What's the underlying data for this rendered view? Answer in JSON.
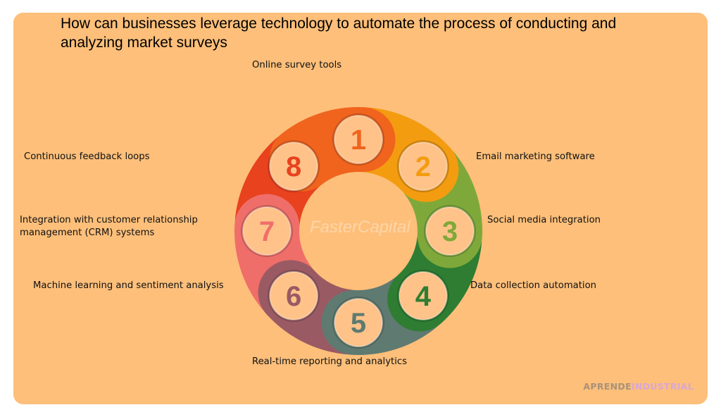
{
  "title": "How can businesses leverage technology to automate the process of conducting and analyzing market surveys",
  "steps": [
    {
      "number": "1",
      "label": "Online survey tools",
      "color": "#f0641e"
    },
    {
      "number": "2",
      "label": "Email marketing software",
      "color": "#f49c10"
    },
    {
      "number": "3",
      "label": "Social media integration",
      "color": "#7fa83a"
    },
    {
      "number": "4",
      "label": "Data collection automation",
      "color": "#2e7d32"
    },
    {
      "number": "5",
      "label": "Real-time reporting and analytics",
      "color": "#5f7a70"
    },
    {
      "number": "6",
      "label": "Machine learning and sentiment analysis",
      "color": "#9a5a63"
    },
    {
      "number": "7",
      "label": "Integration with customer relationship management (CRM) systems",
      "color": "#ef6e6a"
    },
    {
      "number": "8",
      "label": "Continuous feedback loops",
      "color": "#e8421e"
    }
  ],
  "watermark": "FasterCapital",
  "brand": {
    "part1": "APRENDE",
    "part2": "INDUSTRIAL"
  },
  "colors": {
    "background": "#fdbf7a",
    "badge_fill": "#ffc38a"
  }
}
